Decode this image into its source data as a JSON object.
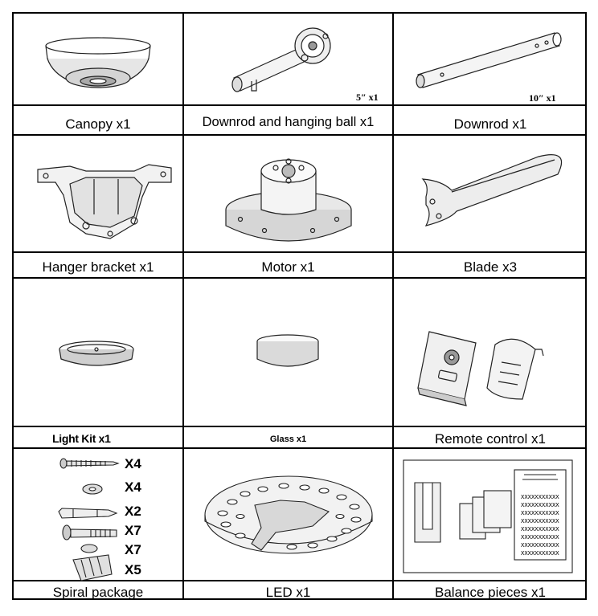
{
  "cells": {
    "canopy": {
      "label": "Canopy x1"
    },
    "downrod_ball": {
      "label": "Downrod and hanging ball x1",
      "size": "5″ x1"
    },
    "downrod": {
      "label": "Downrod x1",
      "size": "10″ x1"
    },
    "hanger": {
      "label": "Hanger bracket x1"
    },
    "motor": {
      "label": "Motor x1"
    },
    "blade": {
      "label": "Blade x3"
    },
    "lightkit": {
      "label": "Light Kit x1"
    },
    "glass": {
      "label": "Glass x1"
    },
    "remote": {
      "label": "Remote control x1"
    },
    "spiral": {
      "label": "Spiral package",
      "quantities": [
        "X4",
        "X4",
        "X2",
        "X7",
        "X7",
        "X5"
      ]
    },
    "led": {
      "label": "LED x1"
    },
    "balance": {
      "label": "Balance pieces x1",
      "card_lines": [
        "XXXXXXXXXXX",
        "XXXXXXXXXXX",
        "XXXXXXXXXXX",
        "XXXXXXXXXXX",
        "XXXXXXXXXXX",
        "XXXXXXXXXXX",
        "XXXXXXXXXXX",
        "XXXXXXXXXXX"
      ]
    }
  }
}
